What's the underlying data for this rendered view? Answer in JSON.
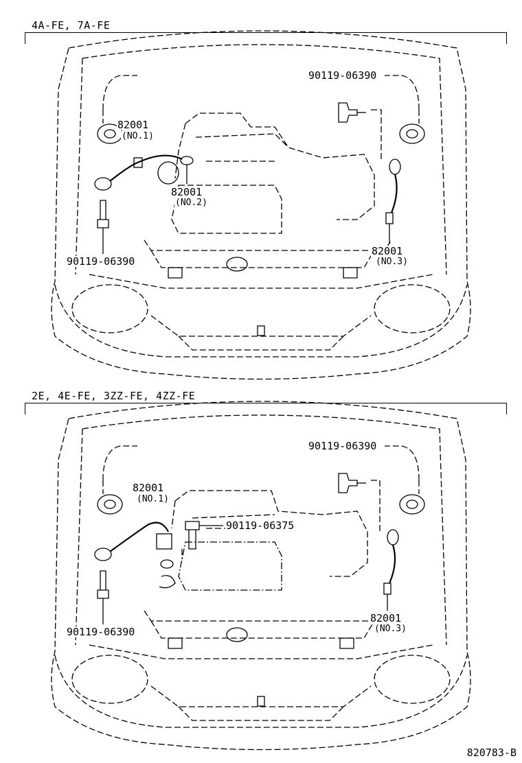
{
  "panels": [
    {
      "title": "4A-FE, 7A-FE",
      "labels": {
        "bolt_top": "90119-06390",
        "sensor1_num": "82001",
        "sensor1_sub": "(NO.1)",
        "sensor2_num": "82001",
        "sensor2_sub": "(NO.2)",
        "bolt_left": "90119-06390",
        "sensor3_num": "82001",
        "sensor3_sub": "(NO.3)"
      }
    },
    {
      "title": "2E, 4E-FE, 3ZZ-FE, 4ZZ-FE",
      "labels": {
        "bolt_top": "90119-06390",
        "sensor1_num": "82001",
        "sensor1_sub": "(NO.1)",
        "bolt_mid": "90119-06375",
        "bolt_left": "90119-06390",
        "sensor3_num": "82001",
        "sensor3_sub": "(NO.3)"
      }
    }
  ],
  "diagram_code": "820783-B"
}
